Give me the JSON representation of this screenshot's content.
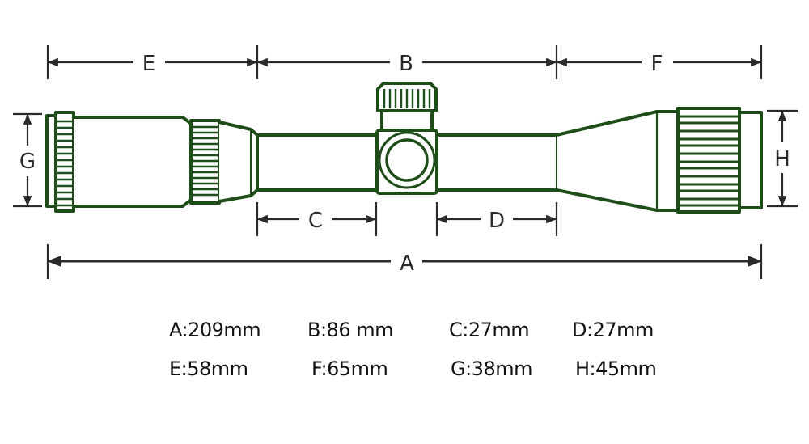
{
  "diagram": {
    "subject": "Riflescope dimension drawing",
    "colors": {
      "outline": "#1f4d1a",
      "dimension_lines": "#2a2a2a",
      "background": "#ffffff",
      "text": "#111111"
    },
    "dimension_labels": {
      "A": "A",
      "B": "B",
      "C": "C",
      "D": "D",
      "E": "E",
      "F": "F",
      "G": "G",
      "H": "H"
    }
  },
  "specs": {
    "row1": [
      {
        "label": "A:209mm"
      },
      {
        "label": "B:86 mm"
      },
      {
        "label": "C:27mm"
      },
      {
        "label": "D:27mm"
      }
    ],
    "row2": [
      {
        "label": "E:58mm"
      },
      {
        "label": "F:65mm"
      },
      {
        "label": "G:38mm"
      },
      {
        "label": "H:45mm"
      }
    ]
  }
}
